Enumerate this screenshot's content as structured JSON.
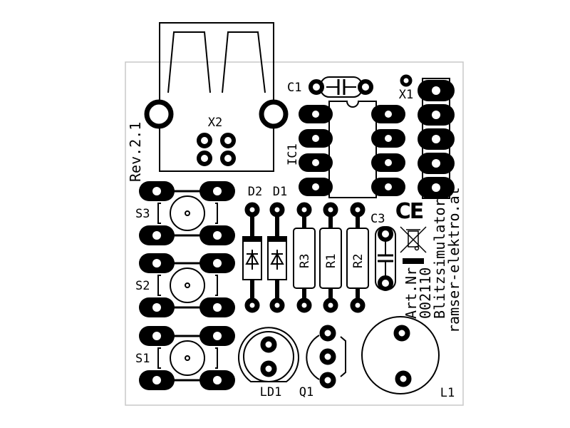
{
  "board": {
    "revision": "Rev.2.1",
    "art_label": "Art.Nr.",
    "art_number": "002110",
    "product_name": "Blitzsimulator",
    "website": "ramser-elektro.at",
    "ce_mark": "CE"
  },
  "components": {
    "x2": "X2",
    "c1": "C1",
    "x1": "X1",
    "ic1": "IC1",
    "s1": "S1",
    "s2": "S2",
    "s3": "S3",
    "d1": "D1",
    "d2": "D2",
    "r1": "R1",
    "r2": "R2",
    "r3": "R3",
    "c3": "C3",
    "ld1": "LD1",
    "q1": "Q1",
    "l1": "L1"
  },
  "colors": {
    "copper": "#000000",
    "board_outline": "#c8c8c8",
    "background": "#ffffff"
  }
}
